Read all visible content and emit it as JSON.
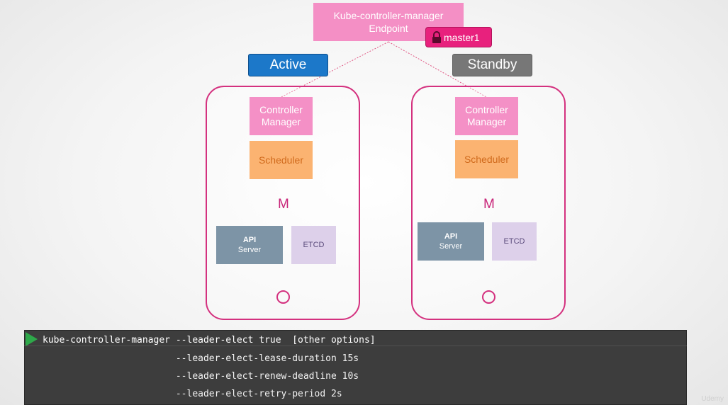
{
  "endpoint": {
    "line1": "Kube-controller-manager",
    "line2": "Endpoint"
  },
  "lock": {
    "label": "master1",
    "icon": "lock-icon"
  },
  "status": {
    "active": "Active",
    "standby": "Standby"
  },
  "nodes": [
    {
      "controller": {
        "line1": "Controller",
        "line2": "Manager"
      },
      "scheduler": "Scheduler",
      "master_letter": "M",
      "api": {
        "line1": "API",
        "line2": "Server"
      },
      "etcd": "ETCD"
    },
    {
      "controller": {
        "line1": "Controller",
        "line2": "Manager"
      },
      "scheduler": "Scheduler",
      "master_letter": "M",
      "api": {
        "line1": "API",
        "line2": "Server"
      },
      "etcd": "ETCD"
    }
  ],
  "terminal": {
    "lines": [
      "kube-controller-manager --leader-elect true  [other options]",
      "                        --leader-elect-lease-duration 15s",
      "                        --leader-elect-renew-deadline 10s",
      "                        --leader-elect-retry-period 2s"
    ]
  },
  "watermark": "Udemy",
  "colors": {
    "node_border": "#d4317f",
    "controller": "#f490c6",
    "scheduler": "#fbb371",
    "api": "#7d94a6",
    "etcd": "#ddd0ea",
    "active": "#1c78c9",
    "standby": "#777777",
    "terminal_bg": "#3d3d3d"
  }
}
